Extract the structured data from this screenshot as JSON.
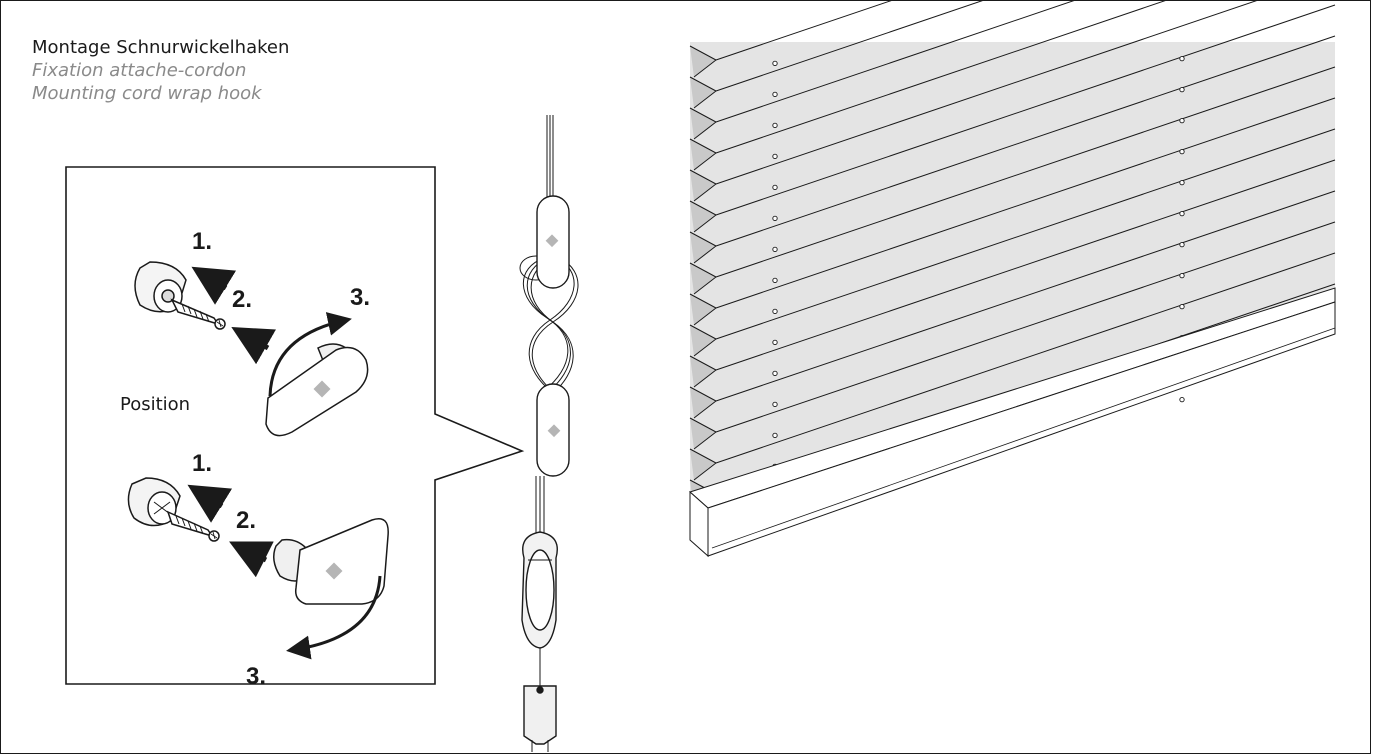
{
  "titles": {
    "de": "Montage Schnurwickelhaken",
    "fr": "Fixation attache-cordon",
    "en": "Mounting cord wrap hook"
  },
  "detail": {
    "position_label": "Position",
    "upper_steps": [
      "1.",
      "2.",
      "3."
    ],
    "lower_steps": [
      "1.",
      "2.",
      "3."
    ]
  },
  "colors": {
    "line": "#1a1a1a",
    "fabric": "#e4e4e4",
    "fabric_shadow": "#c9c9c9",
    "diamond": "#b5b5b5",
    "subtitle": "#8a8a8a"
  }
}
